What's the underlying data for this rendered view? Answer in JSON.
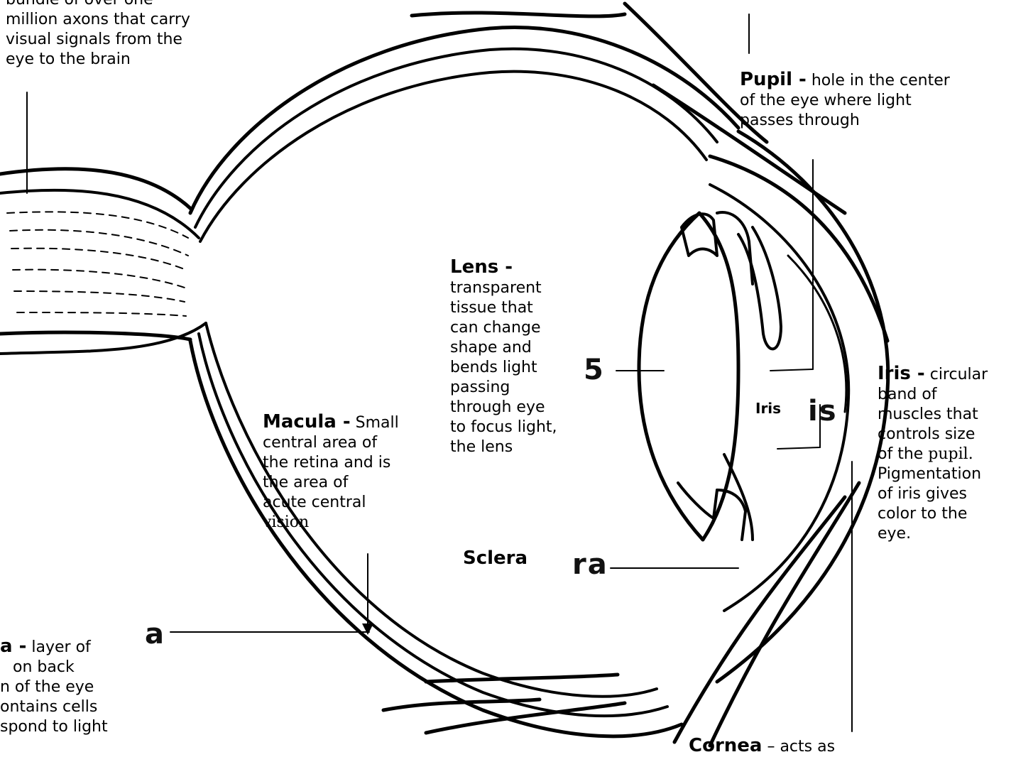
{
  "labels": {
    "optic_nerve": {
      "line1": "bundle of over one",
      "line2": "million axons that carry",
      "line3": "visual signals from the",
      "line4": "eye to the brain"
    },
    "pupil": {
      "name": "Pupil -",
      "line1": " hole in the center",
      "line2": "of the eye where light",
      "line3": "passes through"
    },
    "lens": {
      "name": "Lens -",
      "lines": [
        "transparent",
        "tissue that",
        "can change",
        "shape and",
        "bends light",
        "passing",
        "through eye",
        "to focus light,",
        "the lens"
      ]
    },
    "iris": {
      "name": "Iris -",
      "line1": " circular",
      "lines": [
        "band of",
        "muscles that",
        "controls size"
      ],
      "of_the": "of the ",
      "pupil_word": "pupil.",
      "lines2": [
        "Pigmentation",
        "of iris gives",
        "color to the",
        "eye."
      ]
    },
    "iris_small": "Iris",
    "macula": {
      "name": "Macula -",
      "line1": " Small",
      "lines": [
        "central area of",
        "the retina and is",
        "the area of",
        "acute central"
      ],
      "last": "vision"
    },
    "sclera": "Sclera",
    "retina": {
      "name": "a -",
      "line1": " layer of",
      "lines": [
        "on back",
        "n of the eye",
        "ontains cells",
        "spond to light"
      ]
    },
    "cornea": {
      "name": "Cornea",
      "rest": " – acts as"
    }
  },
  "fragments": {
    "s": "5",
    "is": "is",
    "ra": "ra",
    "a": "a"
  }
}
